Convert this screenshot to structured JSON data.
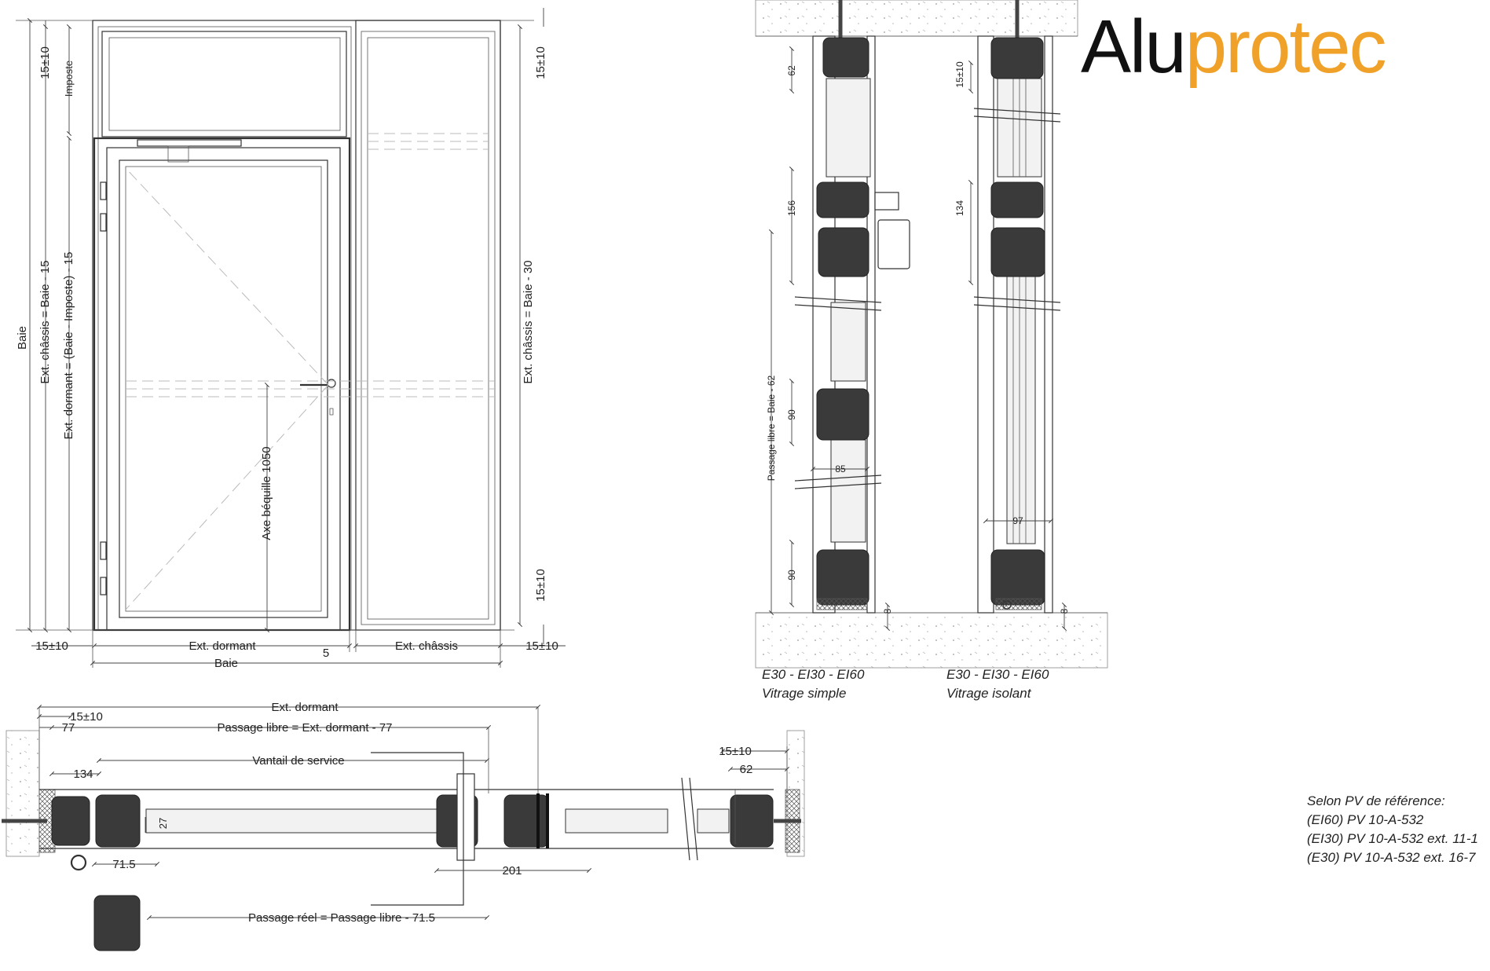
{
  "brand": {
    "part1": "Alu",
    "part2": "protec",
    "color_primary": "#111111",
    "color_accent": "#f0a12a"
  },
  "elevation": {
    "left_vertical": [
      "Baie",
      "Ext. châssis = Baie - 15",
      "Ext. dormant = (Baie - Imposte) - 15",
      "Imposte",
      "15±10"
    ],
    "right_vertical": [
      "Ext. châssis = Baie - 30",
      "15±10",
      "15±10"
    ],
    "handle_axis": "Axe béquille 1050",
    "bottom": {
      "left_gap": "15±10",
      "ext_dormant": "Ext. dormant",
      "gap": "5",
      "ext_chassis": "Ext. châssis",
      "right_gap": "15±10",
      "baie": "Baie"
    }
  },
  "plan": {
    "ext_dormant": "Ext. dormant",
    "gap": "15±10",
    "d77": "77",
    "passage_libre": "Passage libre = Ext. dormant - 77",
    "d134": "134",
    "vantail": "Vantail de service",
    "d27": "27",
    "d71": "71.5",
    "d201": "201",
    "passage_reel": "Passage réel = Passage libre - 71.5",
    "right_gap": "15±10",
    "d62": "62"
  },
  "section_simple": {
    "dims": [
      "62",
      "156",
      "Passage libre = Baie - 62",
      "90",
      "85",
      "90",
      "8"
    ],
    "caption1": "E30 - EI30 - EI60",
    "caption2": "Vitrage simple"
  },
  "section_isolant": {
    "dims": [
      "15±10",
      "134",
      "97",
      "8"
    ],
    "caption1": "E30 - EI30 - EI60",
    "caption2": "Vitrage isolant"
  },
  "reference": {
    "lines": [
      "Selon PV de référence:",
      "(EI60) PV 10-A-532",
      "(EI30) PV 10-A-532 ext. 11-1",
      "(E30) PV 10-A-532 ext. 16-7"
    ]
  }
}
